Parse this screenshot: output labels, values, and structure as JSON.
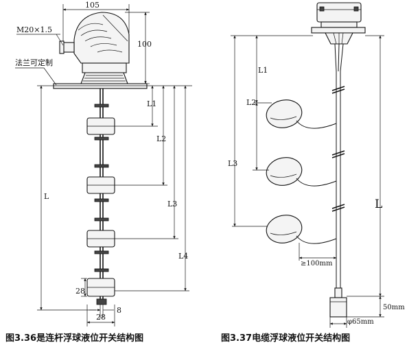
{
  "left_diagram": {
    "dims": {
      "width_top": "105",
      "height_head": "100",
      "thread": "M20×1.5",
      "flange_note": "法兰可定制",
      "l1": "L1",
      "l2": "L2",
      "l3": "L3",
      "l4": "L4",
      "l": "L",
      "float_height": "28",
      "rod_end": "8",
      "float_width": "28"
    },
    "caption": "图3.36是连杆浮球液位开关结构图"
  },
  "right_diagram": {
    "dims": {
      "l1": "L1",
      "l2": "L2",
      "l3": "L3",
      "l": "L",
      "spacing": "≥100mm",
      "bottom_height": "50mm",
      "bottom_dia": "φ65mm"
    },
    "caption": "图3.37电缆浮球液位开关结构图"
  }
}
